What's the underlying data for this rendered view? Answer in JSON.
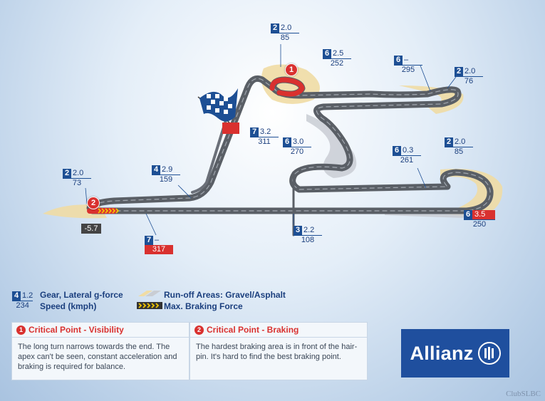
{
  "markers": [
    {
      "id": "m1",
      "gear": "2",
      "g": "2.0",
      "speed": "85"
    },
    {
      "id": "m2",
      "gear": "6",
      "g": "2.5",
      "speed": "252"
    },
    {
      "id": "m3",
      "gear": "6",
      "g": "–",
      "speed": "295"
    },
    {
      "id": "m4",
      "gear": "2",
      "g": "2.0",
      "speed": "76"
    },
    {
      "id": "m5",
      "gear": "7",
      "g": "3.2",
      "speed": "311"
    },
    {
      "id": "m6",
      "gear": "6",
      "g": "3.0",
      "speed": "270"
    },
    {
      "id": "m7",
      "gear": "6",
      "g": "0.3",
      "speed": "261"
    },
    {
      "id": "m8",
      "gear": "2",
      "g": "2.0",
      "speed": "85"
    },
    {
      "id": "m9",
      "gear": "4",
      "g": "2.9",
      "speed": "159"
    },
    {
      "id": "m10",
      "gear": "2",
      "g": "2.0",
      "speed": "73"
    },
    {
      "id": "m11",
      "gear": "6",
      "g": "3.5",
      "speed": "250"
    },
    {
      "id": "m12",
      "gear": "3",
      "g": "2.2",
      "speed": "108"
    },
    {
      "id": "m13",
      "gear": "7",
      "g": "–",
      "speed": "317"
    }
  ],
  "braking_g": "-5.7",
  "critical_points": [
    "1",
    "2"
  ],
  "legend": {
    "gear_example": "4",
    "g_example": "1.2",
    "speed_example": "234",
    "gear_text": "Gear, Lateral g-force",
    "speed_text": "Speed (kmph)",
    "runoff_text": "Run-off Areas: Gravel/Asphalt",
    "braking_text": "Max. Braking Force"
  },
  "panels": [
    {
      "num": "1",
      "title": "Critical Point - Visibility",
      "body": "The long turn narrows towards the end. The apex can't be seen, constant acceleration and braking is required for balance."
    },
    {
      "num": "2",
      "title": "Critical Point - Braking",
      "body": "The hardest braking area is in front of the hair-pin. It's hard to find the best braking point."
    }
  ],
  "brand": "Allianz",
  "watermark": "ClubSLBC",
  "colors": {
    "accent_blue": "#1d4f94",
    "critical_red": "#d9312f",
    "track": "#5a5f66",
    "gravel": "#f0dca4"
  }
}
